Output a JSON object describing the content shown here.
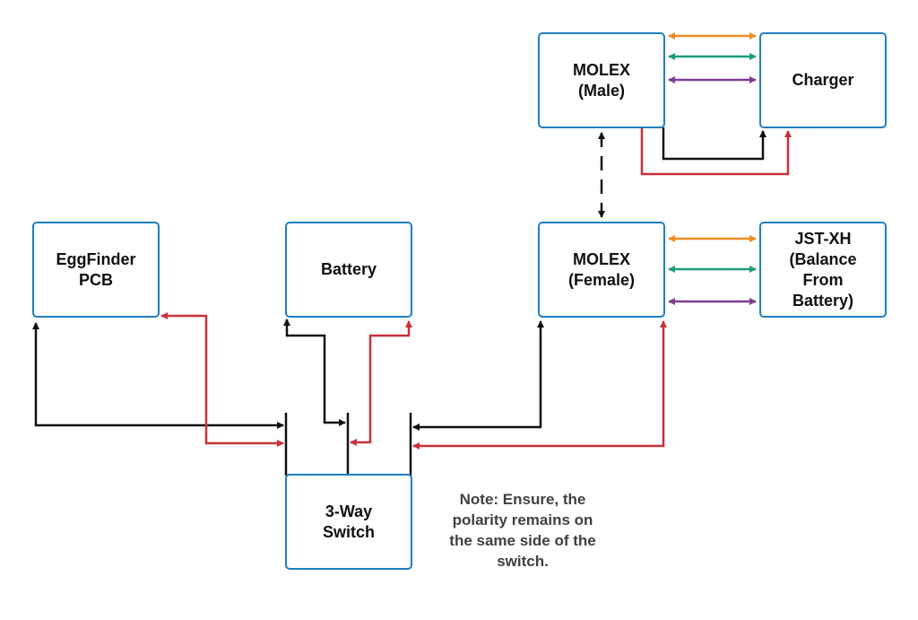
{
  "nodes": {
    "eggfinder": "EggFinder\nPCB",
    "battery": "Battery",
    "molex_female": "MOLEX\n(Female)",
    "jst_xh": "JST-XH\n(Balance\nFrom\nBattery)",
    "molex_male": "MOLEX\n(Male)",
    "charger": "Charger",
    "switch": "3-Way\nSwitch"
  },
  "note": "Note: Ensure, the\npolarity remains on\nthe same side of the\nswitch.",
  "colors": {
    "box_border": "#1f7fc1",
    "wire_black": "#111111",
    "wire_red": "#c8313a",
    "wire_orange": "#ef8d22",
    "wire_green": "#1f9a80",
    "wire_purple": "#7e3c91",
    "note_text": "#404040"
  }
}
